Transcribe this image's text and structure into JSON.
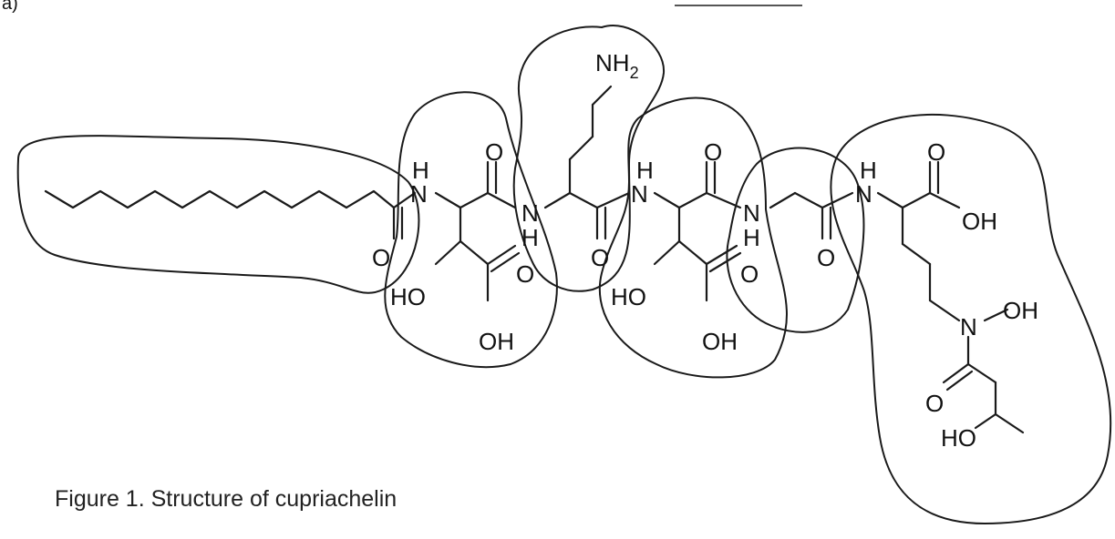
{
  "figure": {
    "caption": "Figure 1. Structure of cupriachelin",
    "top_clipped_text": "a)"
  },
  "atoms": {
    "nh_1_h": "H",
    "nh_1_n": "N",
    "o_1": "O",
    "o_2": "O",
    "ho_1": "HO",
    "o_3": "O",
    "oh_1": "OH",
    "nh2_n": "NH",
    "nh2_sub": "2",
    "nh_2_n": "N",
    "nh_2_h": "H",
    "o_4": "O",
    "nh_3_h": "H",
    "nh_3_n": "N",
    "o_5": "O",
    "ho_2": "HO",
    "o_6": "O",
    "oh_2": "OH",
    "nh_4_n": "N",
    "nh_4_h": "H",
    "o_7": "O",
    "nh_5_h": "H",
    "nh_5_n": "N",
    "o_8": "O",
    "oh_3": "OH",
    "n_hydrox": "N",
    "oh_4": "OH",
    "o_9": "O",
    "ho_3": "HO"
  },
  "colors": {
    "ink": "#1a1a1a",
    "background": "#ffffff"
  }
}
